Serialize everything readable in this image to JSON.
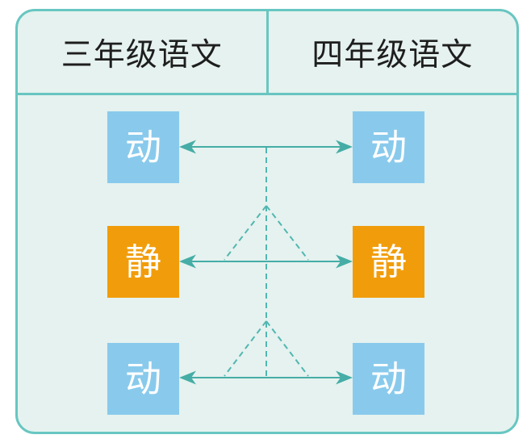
{
  "diagram": {
    "header": {
      "columns": [
        {
          "label": "三年级语文"
        },
        {
          "label": "四年级语文"
        }
      ]
    },
    "rows": [
      {
        "left": {
          "label": "动"
        },
        "right": {
          "label": "动"
        },
        "box_color": "#89CAEC"
      },
      {
        "left": {
          "label": "静"
        },
        "right": {
          "label": "静"
        },
        "box_color": "#F19D0B"
      },
      {
        "left": {
          "label": "动"
        },
        "right": {
          "label": "动"
        },
        "box_color": "#89CAEC"
      }
    ],
    "colors": {
      "panel_background": "#E5F2EF",
      "panel_border": "#68C6C1",
      "arrow": "#45ADA6",
      "dashed_line": "#52B6B0",
      "blue_box": "#89CAEC",
      "orange_box": "#F19D0B",
      "header_text": "#1E1E1E",
      "box_text": "#FFFFFF"
    }
  }
}
